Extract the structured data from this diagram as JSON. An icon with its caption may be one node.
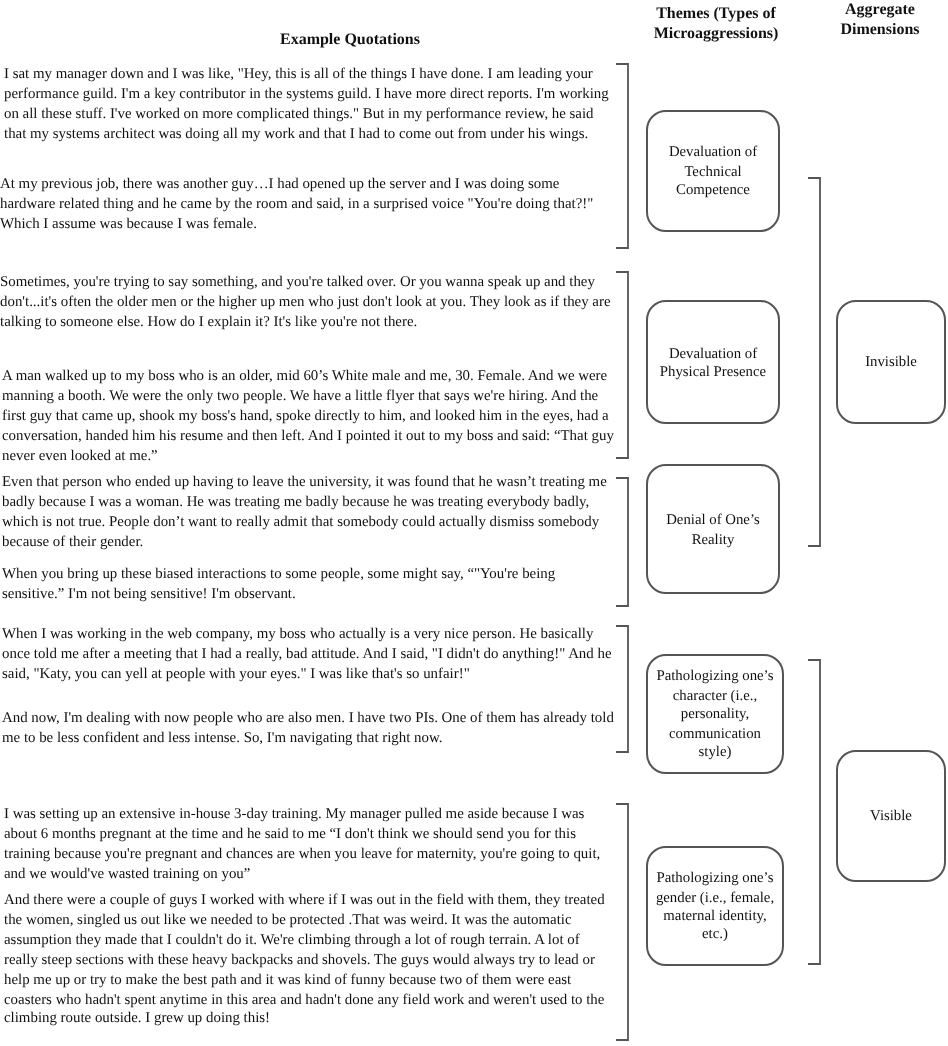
{
  "diagram": {
    "nodes": [
      {
        "text": [
          "Devaluation of Technical Competence"
        ]
      },
      {
        "text": [
          "Devaluation of Physical Presence"
        ]
      },
      {
        "text": [
          "Denial of One’s Reality"
        ]
      },
      {
        "text": [
          "Pathologizing one’s character (i.e., personality, communication style)"
        ]
      },
      {
        "text": [
          "Pathologizing one’s gender (i.e., female, maternal identity, etc.)"
        ]
      },
      {
        "text": [
          "Invisible"
        ]
      },
      {
        "text": [
          "Visible"
        ]
      }
    ],
    "labels": [
      "Example Quotations",
      "Themes (Types of Microaggressions)",
      "Aggregate Dimensions",
      "I sat my manager down and I was like, \"Hey, this is all of the things I have done. I am leading your performance guild. I'm a key contributor in the systems guild. I have more direct reports. I'm working on all these stuff. I've worked on more complicated things.\" But in my performance review, he said that my systems architect was doing all my work and that I had to come out from under his wings.",
      "At my previous job, there was another guy…I had opened up the server and I was doing some hardware related thing and he came by the room and said, in a surprised voice \"You're doing that?!\" Which I assume was because I was female.",
      "Sometimes, you're trying to say something, and you're talked over. Or you wanna speak up and they don't...it's often the older men or the higher up men who just don't look at you. They look as if they are talking to someone else. How do I explain it? It's like you're not there.",
      "A man walked up to my boss who is an older, mid 60’s White male and me, 30. Female. And we were manning a booth. We were the only two people. We have a little flyer that says we're hiring. And the first guy that came up, shook my boss's hand, spoke directly to him, and looked him in the eyes, had a conversation, handed him his resume and then left. And I pointed it out to my boss and said: “That guy never even looked at me.”",
      "Even that person who ended up having to leave the university, it was found that he wasn’t treating me badly because I was a woman. He was treating me badly because he was treating everybody badly, which is not true. People don’t want to really admit that somebody could actually dismiss somebody because of their gender.",
      "When you bring up these biased interactions to some people, some might say, “\"You're being sensitive.” I'm not being sensitive! I'm observant.",
      "When I was working in the web company, my boss who actually is a very nice person. He basically once told me after a meeting that I had a really, bad attitude. And I said, \"I didn't do anything!\" And he said, \"Katy, you can yell at people with your eyes.\" I was like that's so unfair!\"",
      "And now, I'm dealing with now people who are also men. I have two PIs. One of them has already told me to be less confident and less intense. So, I'm navigating that right now.",
      "I was setting up an extensive in-house 3-day training. My manager pulled me aside because I was about 6 months pregnant at the time and he said to me “I don't think we should send you for this training because you're pregnant and chances are when you leave for maternity, you're going to quit, and we would've wasted training on you”",
      "And there were a couple of guys I worked with where if I was out in the field with them, they treated the women, singled us out like we needed to be protected .That was weird. It was the automatic assumption they made that I couldn't do it. We're climbing through a lot of rough terrain. A lot of really steep sections with these heavy backpacks and shovels. The guys would always try to lead or help me up or try to make the best path and it was kind of funny because two of them were east coasters who hadn't spent anytime in this area and hadn't done any field work and weren't used to the climbing route outside. I grew up doing this!"
    ]
  }
}
